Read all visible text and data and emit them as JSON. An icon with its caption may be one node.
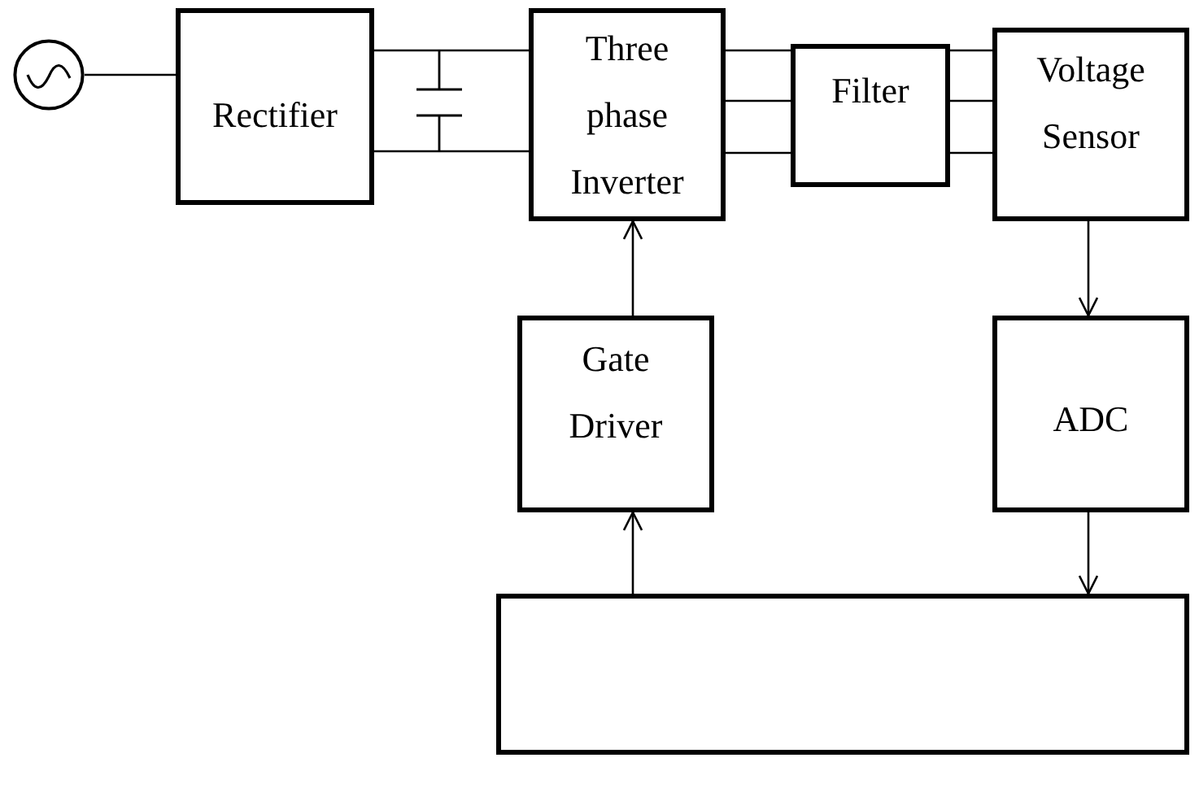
{
  "diagram": {
    "nodes": [
      {
        "text": [],
        "shape": "circle"
      },
      {
        "text": [
          "Rectifier"
        ]
      },
      {
        "text": [
          "Three phase Inverter"
        ]
      },
      {
        "text": [
          "Filter"
        ]
      },
      {
        "text": [
          "Voltage Sensor"
        ]
      },
      {
        "text": [
          "Gate Driver"
        ]
      },
      {
        "text": [
          "ADC"
        ]
      },
      {
        "text": [],
        "shape": "box"
      }
    ],
    "edges": [
      {
        "from": 0,
        "to": 1,
        "arrow": "none"
      },
      {
        "from": 1,
        "to": 2,
        "arrow": "none"
      },
      {
        "from": 1,
        "to": 2,
        "arrow": "none"
      },
      {
        "from": 2,
        "to": 3,
        "arrow": "none"
      },
      {
        "from": 2,
        "to": 3,
        "arrow": "none"
      },
      {
        "from": 2,
        "to": 3,
        "arrow": "none"
      },
      {
        "from": 3,
        "to": 4,
        "arrow": "none"
      },
      {
        "from": 3,
        "to": 4,
        "arrow": "none"
      },
      {
        "from": 3,
        "to": 4,
        "arrow": "none"
      },
      {
        "from": 4,
        "to": 6,
        "arrow": "to"
      },
      {
        "from": 6,
        "to": 7,
        "arrow": "to"
      },
      {
        "from": 7,
        "to": 5,
        "arrow": "to"
      },
      {
        "from": 5,
        "to": 2,
        "arrow": "to"
      }
    ]
  }
}
